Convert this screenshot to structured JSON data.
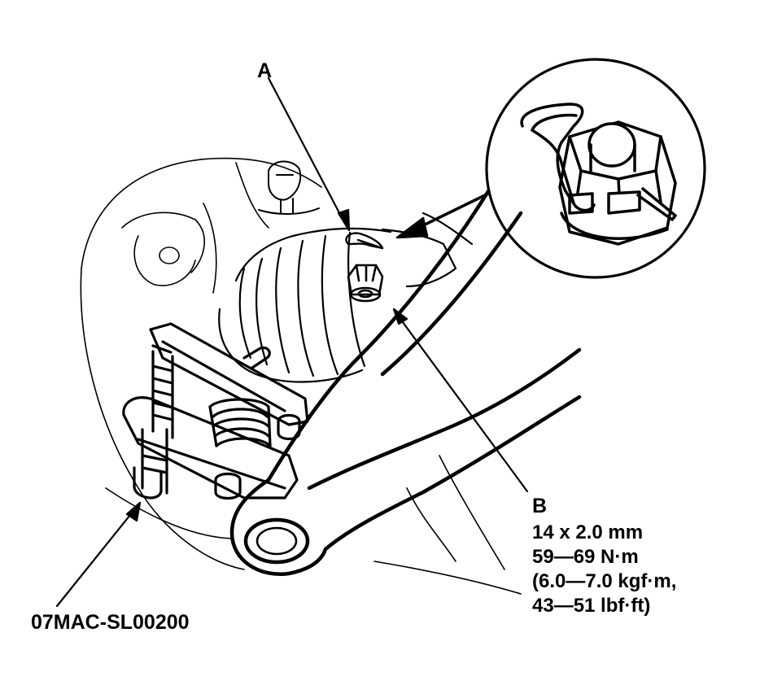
{
  "callouts": {
    "a_label": "A",
    "b_label": "B",
    "b_specs": [
      "14 x 2.0 mm",
      "59—69 N·m",
      "(6.0—7.0 kgf·m,",
      "43—51 lbf·ft)"
    ],
    "tool_code": "07MAC-SL00200"
  },
  "colors": {
    "line": "#000000",
    "background": "#ffffff"
  }
}
